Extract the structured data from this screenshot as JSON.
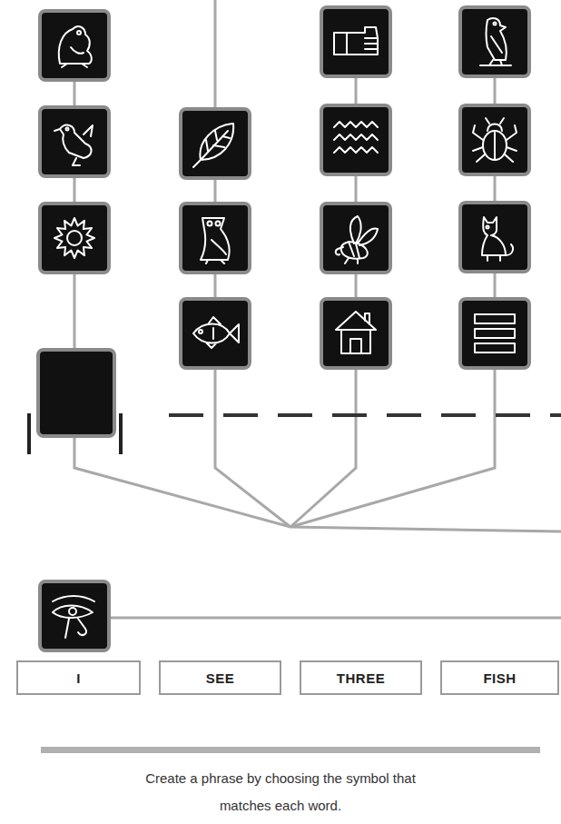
{
  "diagram": {
    "caption": "Create a phrase by choosing the symbol that matches each word.",
    "nodes": [
      {
        "text": [
          "I"
        ]
      },
      {
        "text": [
          "SEE"
        ]
      },
      {
        "text": [
          "THREE"
        ]
      },
      {
        "text": [
          "FISH"
        ]
      }
    ]
  }
}
